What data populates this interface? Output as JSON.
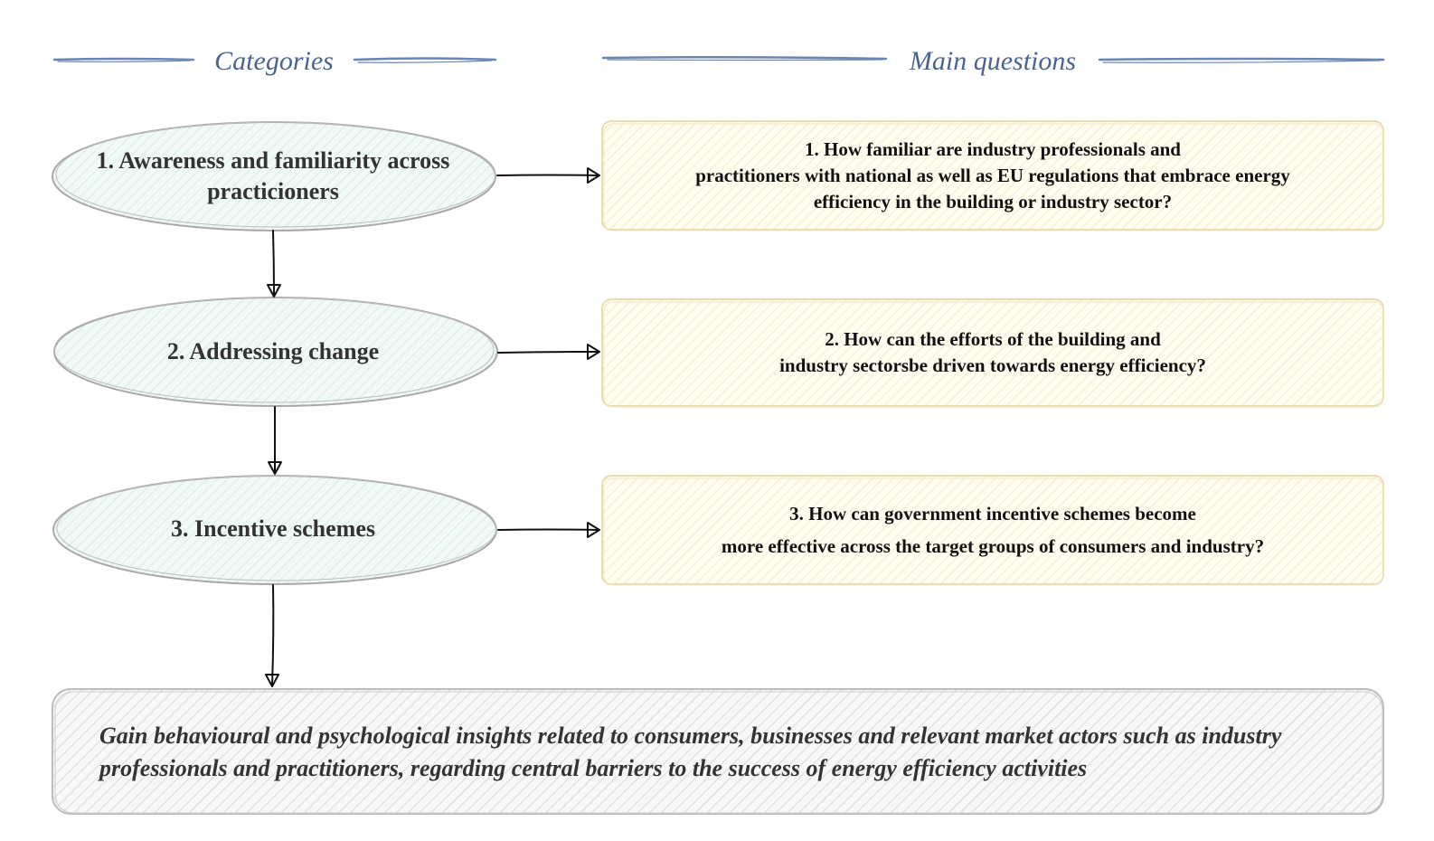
{
  "headers": {
    "categories": "Categories",
    "main_questions": "Main questions"
  },
  "categories": [
    {
      "line1": "1. Awareness and familiarity across",
      "line2": "practicioners"
    },
    {
      "line1": "2. Addressing change",
      "line2": ""
    },
    {
      "line1": "3. Incentive schemes",
      "line2": ""
    }
  ],
  "questions": [
    {
      "line1": "1. How familiar are industry professionals and",
      "line2": "practitioners with national as well as EU regulations that embrace energy",
      "line3": "efficiency in the building or industry sector?"
    },
    {
      "line1": "2. How can the efforts of the building and",
      "line2": "industry sectorsbe driven towards energy efficiency?",
      "line3": ""
    },
    {
      "line1": "3. How can government incentive schemes become",
      "line2": "more effective across the target groups of consumers and industry?",
      "line3": ""
    }
  ],
  "goal": {
    "text": "Gain behavioural and psychological insights related to consumers, businesses and relevant market actors such as industry professionals and practitioners, regarding central barriers to the success of energy efficiency activities"
  },
  "colors": {
    "header_text": "#4a6390",
    "header_line": "#6b85b0",
    "ellipse_fill": "#eef7f4",
    "ellipse_stroke": "#a8a8a8",
    "question_fill": "#fffbee",
    "question_stroke": "#e8dcb0",
    "goal_fill": "#f6f6f6",
    "goal_stroke": "#bdbdbd",
    "arrow": "#111111"
  }
}
